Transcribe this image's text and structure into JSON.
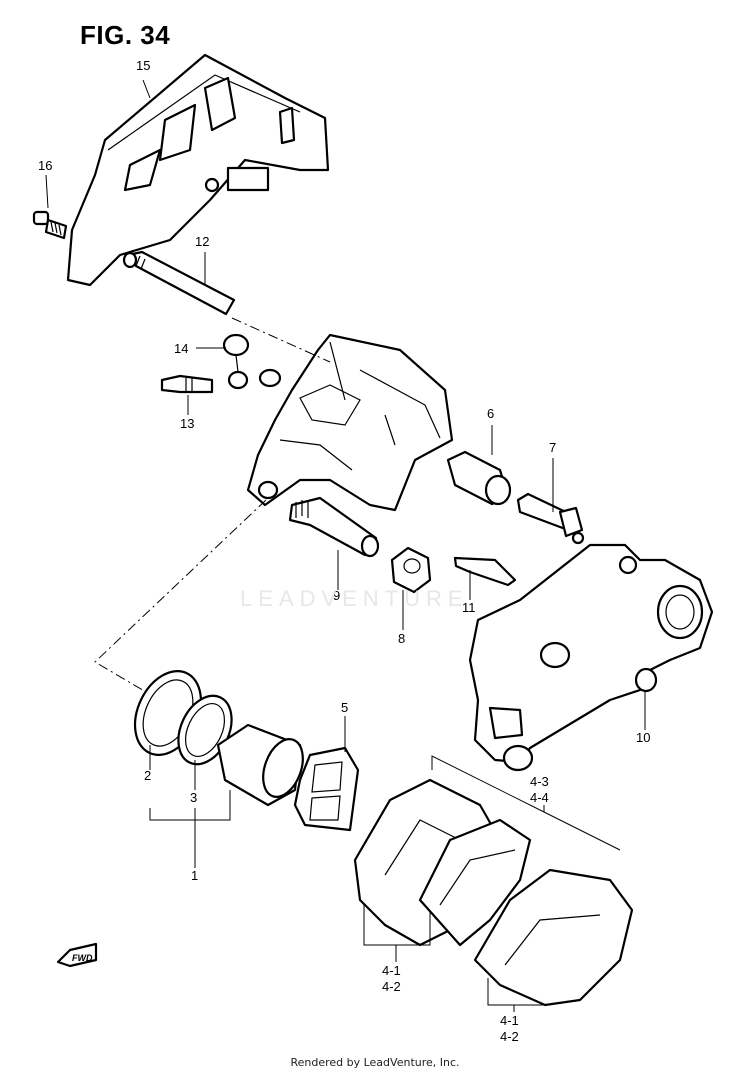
{
  "figure": {
    "title": "FIG. 34"
  },
  "watermark": "LEADVENTURE",
  "footer": "Rendered by LeadVenture, Inc.",
  "fwd_label": "FWD",
  "callouts": {
    "c1": "1",
    "c2": "2",
    "c3": "3",
    "c41a": "4-1",
    "c42a": "4-2",
    "c41b": "4-1",
    "c42b": "4-2",
    "c43": "4-3",
    "c44": "4-4",
    "c5": "5",
    "c6": "6",
    "c7": "7",
    "c8": "8",
    "c9": "9",
    "c10": "10",
    "c11": "11",
    "c12": "12",
    "c13": "13",
    "c14": "14",
    "c15": "15",
    "c16": "16"
  }
}
